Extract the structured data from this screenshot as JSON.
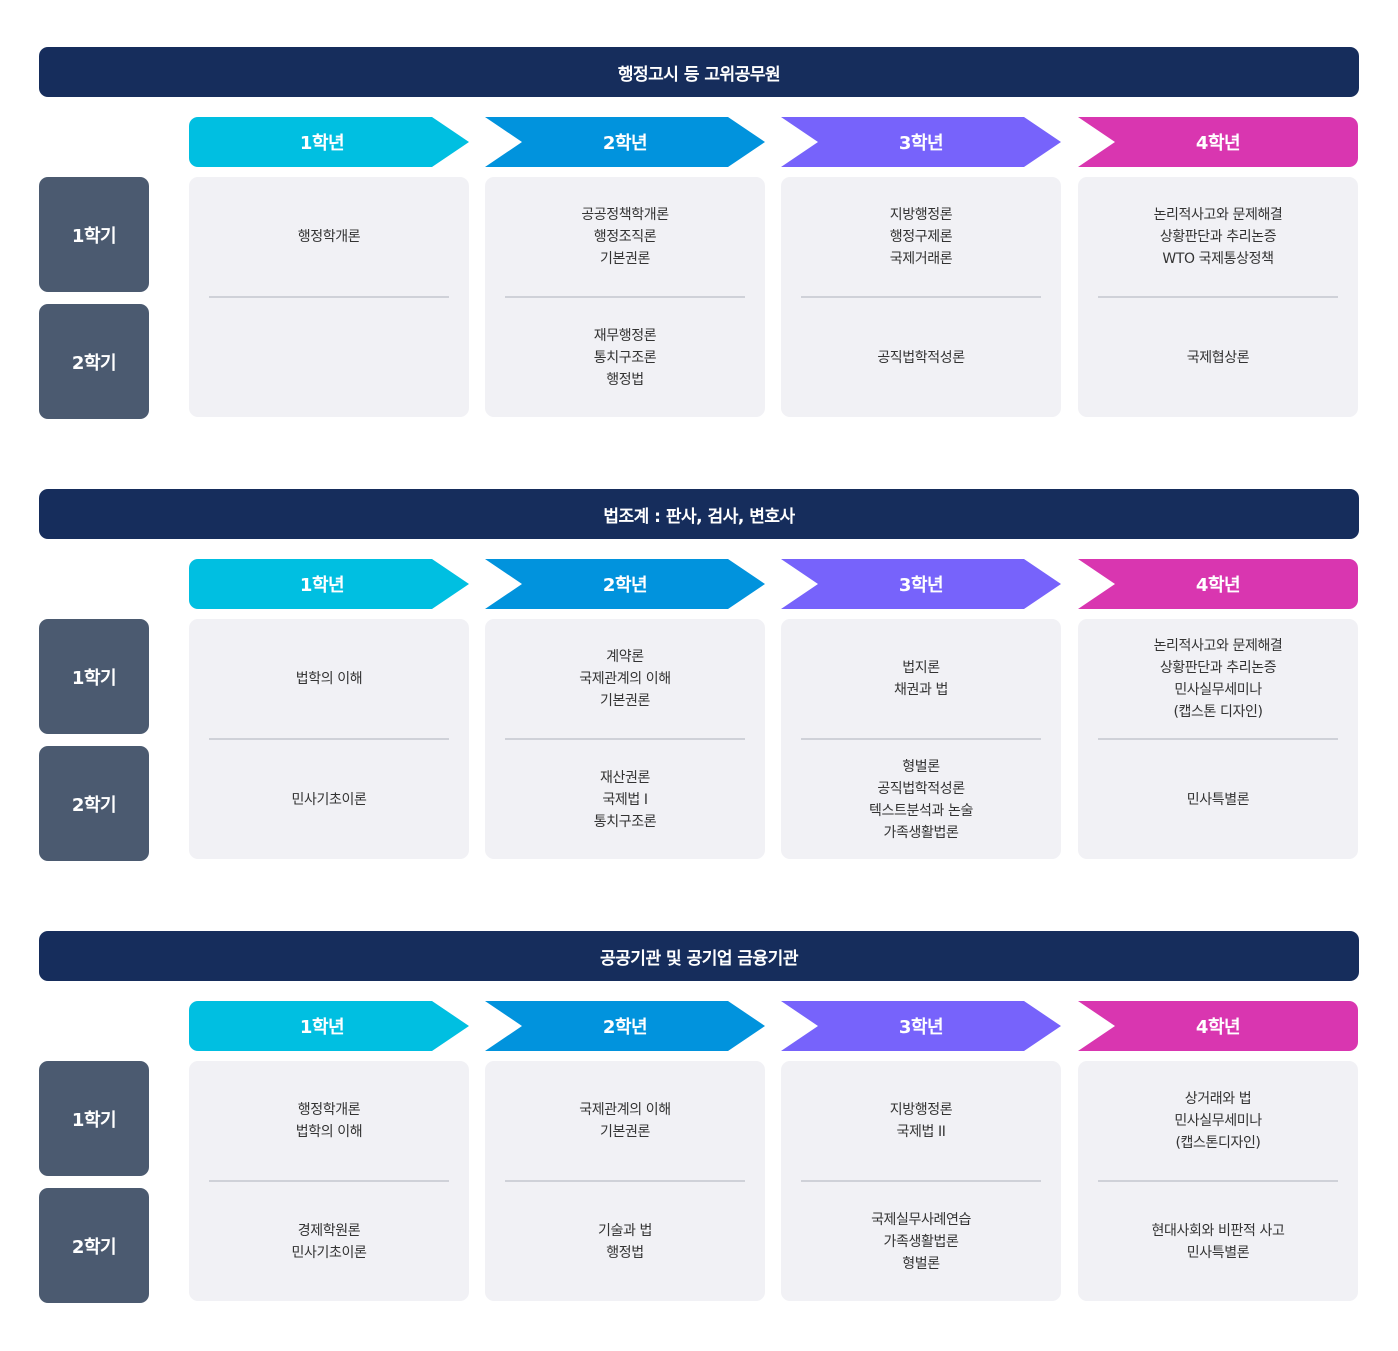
{
  "years": [
    "1학년",
    "2학년",
    "3학년",
    "4학년"
  ],
  "semesters": [
    "1학기",
    "2학기"
  ],
  "sections": [
    {
      "title": "행정고시 등 고위공무원",
      "cards": [
        {
          "s1": [
            "행정학개론"
          ],
          "s2": []
        },
        {
          "s1": [
            "공공정책학개론",
            "행정조직론",
            "기본권론"
          ],
          "s2": [
            "재무행정론",
            "통치구조론",
            "행정법"
          ]
        },
        {
          "s1": [
            "지방행정론",
            "행정구제론",
            "국제거래론"
          ],
          "s2": [
            "공직법학적성론"
          ]
        },
        {
          "s1": [
            "논리적사고와 문제해결",
            "상황판단과 추리논증",
            "WTO 국제통상정책"
          ],
          "s2": [
            "국제협상론"
          ]
        }
      ]
    },
    {
      "title": "법조계 : 판사, 검사, 변호사",
      "cards": [
        {
          "s1": [
            "법학의 이해"
          ],
          "s2": [
            "민사기초이론"
          ]
        },
        {
          "s1": [
            "계약론",
            "국제관계의 이해",
            "기본권론"
          ],
          "s2": [
            "재산권론",
            "국제법 I",
            "통치구조론"
          ]
        },
        {
          "s1": [
            "법지론",
            "채권과 법"
          ],
          "s2": [
            "형벌론",
            "공직법학적성론",
            "텍스트분석과 논술",
            "가족생활법론"
          ]
        },
        {
          "s1": [
            "논리적사고와 문제해결",
            "상황판단과 추리논증",
            "민사실무세미나",
            "(캡스톤 디자인)"
          ],
          "s2": [
            "민사특별론"
          ]
        }
      ]
    },
    {
      "title": "공공기관 및 공기업 금융기관",
      "cards": [
        {
          "s1": [
            "행정학개론",
            "법학의 이해"
          ],
          "s2": [
            "경제학원론",
            "민사기초이론"
          ]
        },
        {
          "s1": [
            "국제관계의 이해",
            "기본권론"
          ],
          "s2": [
            "기술과 법",
            "행정법"
          ]
        },
        {
          "s1": [
            "지방행정론",
            "국제법 II"
          ],
          "s2": [
            "국제실무사례연습",
            "가족생활법론",
            "형벌론"
          ]
        },
        {
          "s1": [
            "상거래와 법",
            "민사실무세미나",
            "(캡스톤디자인)"
          ],
          "s2": [
            "현대사회와 비판적 사고",
            "민사특별론"
          ]
        }
      ]
    }
  ],
  "colors": {
    "banner": "#162d5c",
    "year_1": "#00bfe1",
    "year_2": "#0193dd",
    "year_3": "#7763fb",
    "year_4": "#d936b0",
    "semester": "#4b5a70",
    "card": "#f1f1f5"
  }
}
